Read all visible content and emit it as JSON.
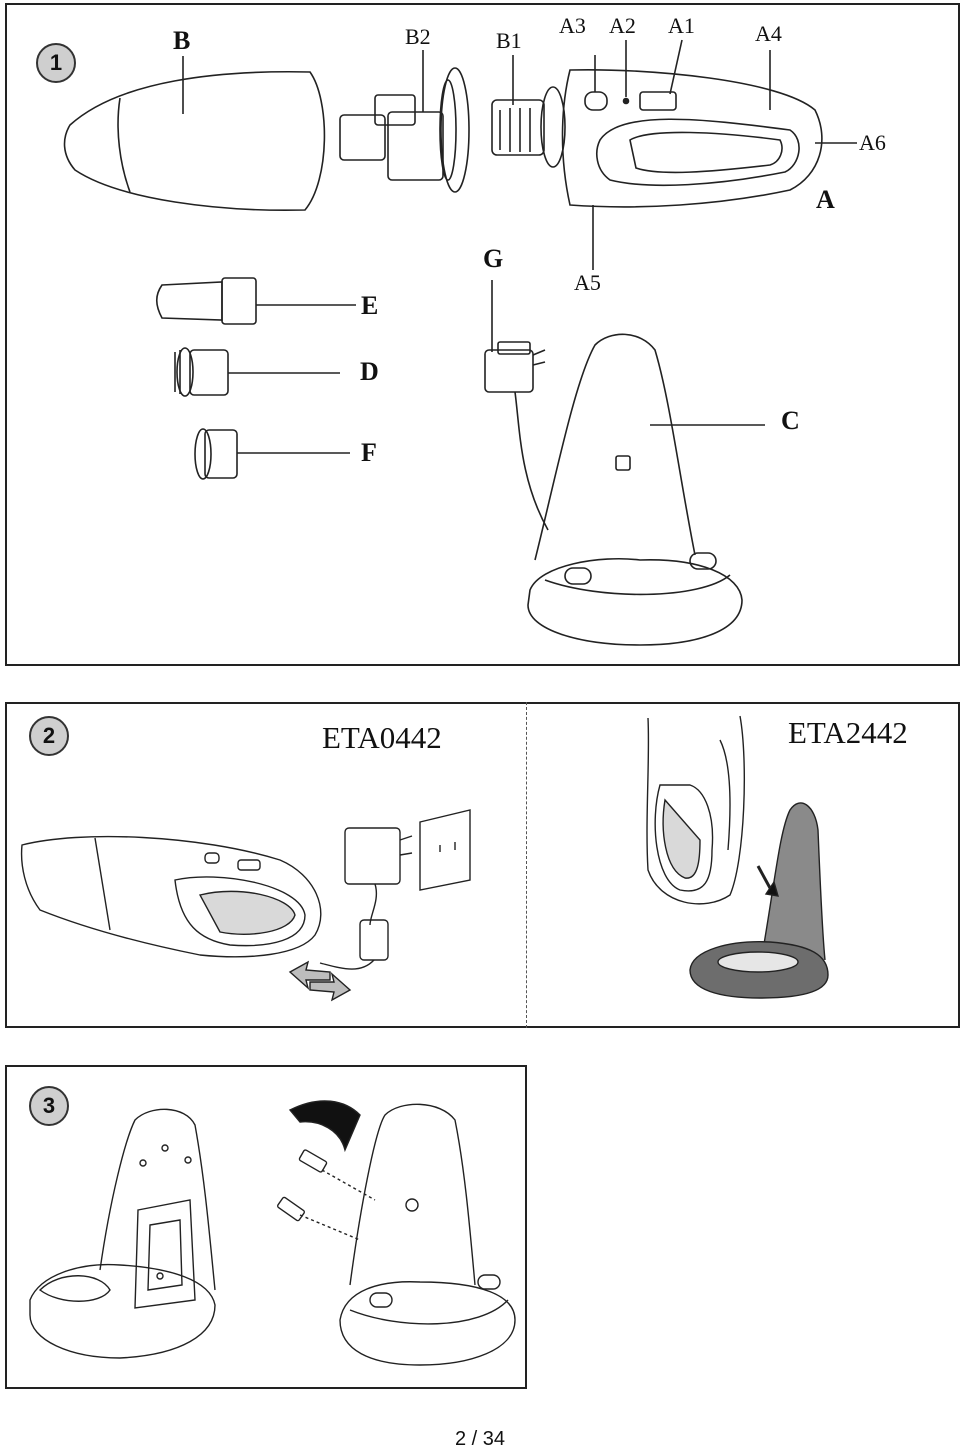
{
  "figure1": {
    "badge": "1",
    "labels": {
      "B": "B",
      "B2": "B2",
      "B1": "B1",
      "A3": "A3",
      "A2": "A2",
      "A1": "A1",
      "A4": "A4",
      "A6": "A6",
      "A": "A",
      "G": "G",
      "A5": "A5",
      "E": "E",
      "D": "D",
      "F": "F",
      "C": "C"
    }
  },
  "figure2": {
    "badge": "2",
    "left_model": "ETA0442",
    "right_model": "ETA2442"
  },
  "figure3": {
    "badge": "3"
  },
  "footer": {
    "page_current": "2",
    "separator": "/",
    "page_total": "34"
  }
}
